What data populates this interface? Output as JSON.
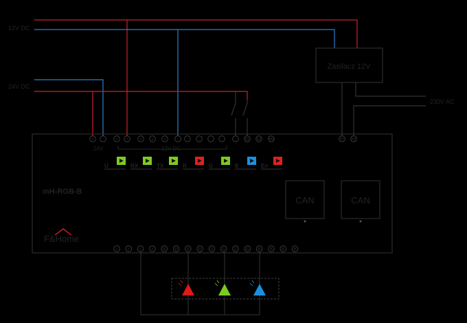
{
  "supply": {
    "label_12v_dc_top": "12V DC",
    "label_24v_dc": "24V DC",
    "label_230v_ac": "230V AC",
    "psu_label": "Zasilacz 12V"
  },
  "module": {
    "name": "mH-RGB-B",
    "brand": "F&Home",
    "group_24v": "24V",
    "group_12v": "12V DC",
    "top_terminals": [
      "+",
      "-",
      "+",
      "+",
      "+",
      "+",
      "+",
      "-",
      "-",
      "-",
      "-",
      "-",
      "-",
      "S1",
      "S2",
      "NM",
      "NM"
    ],
    "bottom_terminals": [
      "+",
      "+",
      "+",
      "+",
      "R",
      "R",
      "R",
      "R",
      "G",
      "G",
      "G",
      "G",
      "B",
      "B",
      "B",
      "B"
    ],
    "ac_terminals": [
      "X1",
      "X2"
    ],
    "can_a": "CAN",
    "can_b": "CAN",
    "indicators": [
      {
        "label": "U",
        "color": "#7ecb20"
      },
      {
        "label": "RX",
        "color": "#7ecb20"
      },
      {
        "label": "TX",
        "color": "#7ecb20"
      },
      {
        "label": "R",
        "color": "#e02020"
      },
      {
        "label": "G",
        "color": "#7ecb20"
      },
      {
        "label": "B",
        "color": "#1a8fe0"
      },
      {
        "label": "Err",
        "color": "#e02020"
      }
    ]
  },
  "colors": {
    "wire_red": "#d0202a",
    "wire_blue": "#2a7fd0",
    "wire_black": "#333333",
    "led_red": "#e01818",
    "led_green": "#7ecb20",
    "led_blue": "#1a8fe0"
  }
}
